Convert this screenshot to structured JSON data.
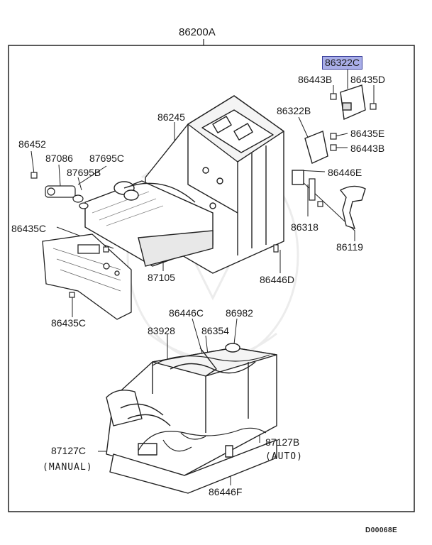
{
  "diagram": {
    "title": "86200A",
    "highlighted_part": "86322C",
    "figure_code": "D00068E",
    "parts": {
      "p86443B_top": "86443B",
      "p86435D": "86435D",
      "p86322B": "86322B",
      "p86435E": "86435E",
      "p86443B_mid": "86443B",
      "p86446E": "86446E",
      "p86245": "86245",
      "p86452": "86452",
      "p87086": "87086",
      "p87695C": "87695C",
      "p87695B": "87695B",
      "p86435C_left": "86435C",
      "p86318": "86318",
      "p86119": "86119",
      "p87105": "87105",
      "p86446D": "86446D",
      "p86435C_bottom": "86435C",
      "p86446C": "86446C",
      "p86982": "86982",
      "p83928": "83928",
      "p86354": "86354",
      "p87127C": "87127C",
      "p87127B": "87127B",
      "p86446F": "86446F"
    },
    "notes": {
      "manual": "(MANUAL)",
      "auto": "(AUTO)"
    }
  }
}
